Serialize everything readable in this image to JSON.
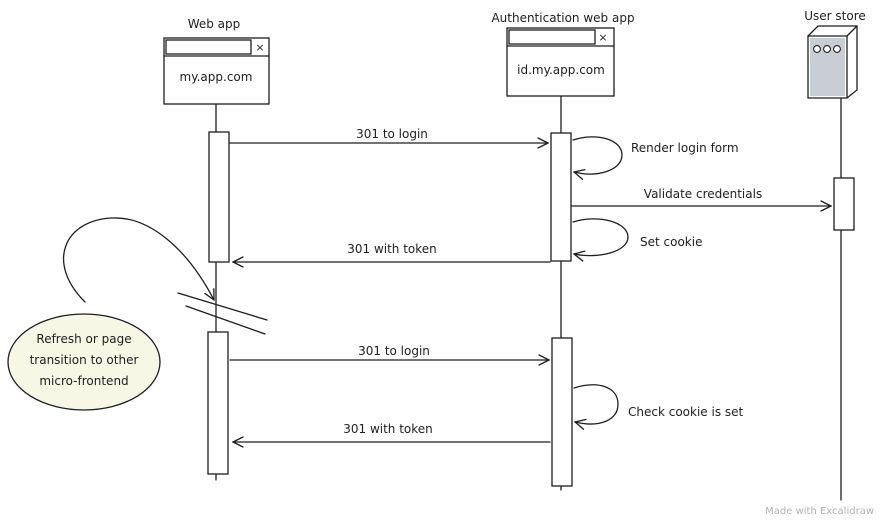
{
  "participants": {
    "web_app": {
      "title": "Web app",
      "url": "my.app.com"
    },
    "auth_app": {
      "title": "Authentication web app",
      "url": "id.my.app.com"
    },
    "user_store": {
      "title": "User store"
    }
  },
  "messages": [
    {
      "label": "301 to login"
    },
    {
      "label": "Render login form"
    },
    {
      "label": "Validate credentials"
    },
    {
      "label": "Set cookie"
    },
    {
      "label": "301 with token"
    },
    {
      "label": "301 to login"
    },
    {
      "label": "Check cookie is set"
    },
    {
      "label": "301 with token"
    }
  ],
  "note": {
    "lines": [
      "Refresh or page",
      "transition to other",
      "micro-frontend"
    ],
    "color": "#f7f7e6"
  },
  "footer": "Made with Excalidraw",
  "close_symbol": "×"
}
